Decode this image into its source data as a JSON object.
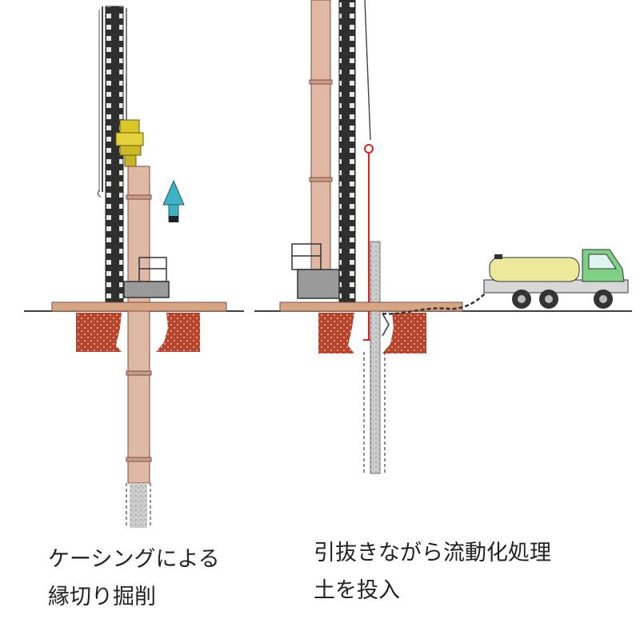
{
  "captions": {
    "left": {
      "line1": "ケーシングによる",
      "line2": "縁切り掘削"
    },
    "right": {
      "line1": "引抜きながら流動化処理",
      "line2": "土を投入"
    }
  },
  "colors": {
    "casing": "#e0b9a4",
    "casing_edge": "#7a4f40",
    "soil": "#b5452d",
    "platform": "#d8a584",
    "leader": "#3c3c3c",
    "drive_head": "#d9c62a",
    "arrow": "#3fb2c4",
    "rope": "#e0201e",
    "truck_tank": "#ecea9a",
    "truck_cab": "#7fcf84"
  },
  "icons": {
    "arrow": "up-arrow-icon",
    "truck": "mixer-truck-icon"
  }
}
